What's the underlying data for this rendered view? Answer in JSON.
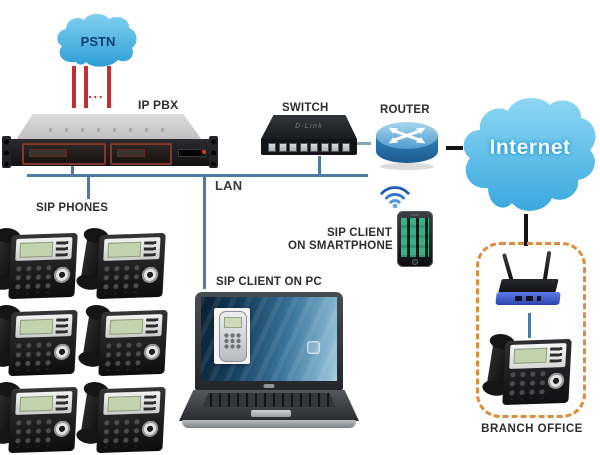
{
  "labels": {
    "pstn": "PSTN",
    "trunk_dots": "...",
    "ip_pbx": "IP PBX",
    "sip_phones": "SIP PHONES",
    "lan": "LAN",
    "switch": "SWITCH",
    "switch_brand": "D-Link",
    "router": "ROUTER",
    "internet": "Internet",
    "sip_client_smartphone_1": "SIP CLIENT",
    "sip_client_smartphone_2": "ON SMARTPHONE",
    "sip_client_pc": "SIP CLIENT ON PC",
    "branch_office": "BRANCH OFFICE"
  },
  "colors": {
    "lan_line": "#4d7ba6",
    "pstn_trunk_red": "#c23131",
    "wan_line_black": "#141414",
    "branch_border_orange": "#de8d3f",
    "pstn_cloud_blue": "#3fb0e4",
    "internet_cloud_blue": "#49b5e7",
    "router_blue": "#2878b4",
    "label_text": "#2e2e2e"
  },
  "icons": {
    "pstn_cloud": "cloud",
    "internet_cloud": "cloud",
    "wifi": "wifi-arcs-with-dot",
    "router": "blue-cylinder-x-arrows",
    "switch": "black-8-port-switch",
    "ip_pbx_server": "1u-rack-server",
    "sip_phone": "black-desk-phone",
    "smartphone": "smartphone-softphone-app",
    "laptop": "hp-laptop-softphone-app",
    "branch_router": "wireless-router-two-antennas",
    "branch_phone": "desk-phone"
  }
}
